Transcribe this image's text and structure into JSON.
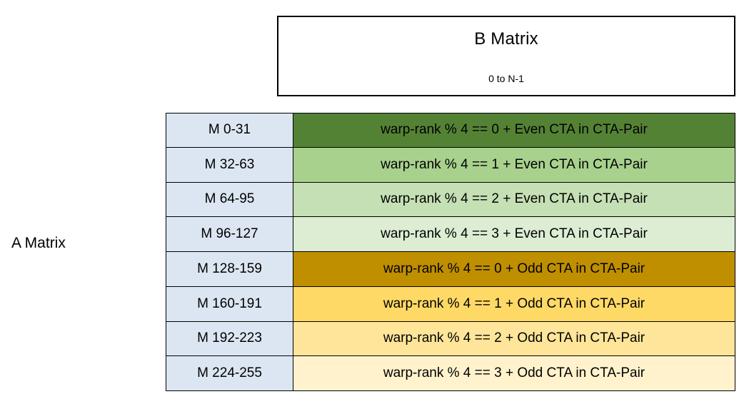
{
  "b_matrix": {
    "title": "B Matrix",
    "range_label": "0 to N-1"
  },
  "a_matrix": {
    "label": "A Matrix"
  },
  "colors": {
    "m_cell_fill": "#DCE6F2",
    "border": "#000000",
    "green_1": "#548235",
    "green_2": "#A9D18E",
    "green_3": "#C5E0B4",
    "green_4": "#DCEDD3",
    "gold_1": "#BF8F00",
    "gold_2": "#FFD966",
    "gold_3": "#FFE599",
    "gold_4": "#FFF2CC"
  },
  "rows": [
    {
      "m_range": "M 0-31",
      "assignment": "warp-rank % 4 == 0  + Even CTA in CTA-Pair",
      "fill": "#548235"
    },
    {
      "m_range": "M 32-63",
      "assignment": "warp-rank % 4 == 1  + Even CTA in CTA-Pair",
      "fill": "#A9D18E"
    },
    {
      "m_range": "M 64-95",
      "assignment": "warp-rank % 4 == 2  + Even CTA in CTA-Pair",
      "fill": "#C5E0B4"
    },
    {
      "m_range": "M 96-127",
      "assignment": "warp-rank % 4 == 3  + Even CTA in CTA-Pair",
      "fill": "#DCEDD3"
    },
    {
      "m_range": "M 128-159",
      "assignment": "warp-rank % 4 == 0  + Odd CTA in CTA-Pair",
      "fill": "#BF8F00"
    },
    {
      "m_range": "M 160-191",
      "assignment": "warp-rank % 4 == 1  + Odd CTA in CTA-Pair",
      "fill": "#FFD966"
    },
    {
      "m_range": "M 192-223",
      "assignment": "warp-rank % 4 == 2  + Odd CTA in CTA-Pair",
      "fill": "#FFE599"
    },
    {
      "m_range": "M 224-255",
      "assignment": "warp-rank % 4 == 3  + Odd CTA in CTA-Pair",
      "fill": "#FFF2CC"
    }
  ]
}
